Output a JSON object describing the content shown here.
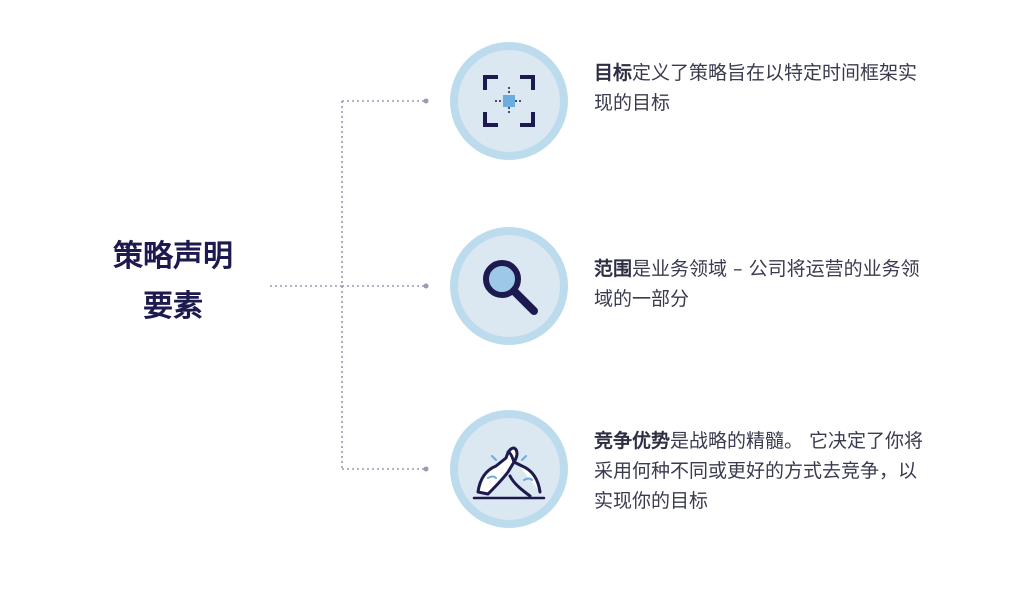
{
  "title": {
    "line1": "策略声明",
    "line2": "要素"
  },
  "items": [
    {
      "icon": "focus-frame-icon",
      "term": "目标",
      "text": "定义了策略旨在以特定时间框架实现的目标"
    },
    {
      "icon": "magnifier-icon",
      "term": "范围",
      "text": "是业务领域 – 公司将运营的业务领域的一部分"
    },
    {
      "icon": "arm-wrestling-icon",
      "term": "竞争优势",
      "text": "是战略的精髓。 它决定了你将采用何种不同或更好的方式去竞争，以实现你的目标"
    }
  ],
  "colors": {
    "title": "#1c1a4f",
    "circle_fill": "#dbe7f1",
    "circle_ring": "#bcdcee",
    "icon_stroke": "#1c1a4f",
    "icon_accent": "#6aaee0",
    "connector": "#9a9ab2"
  }
}
